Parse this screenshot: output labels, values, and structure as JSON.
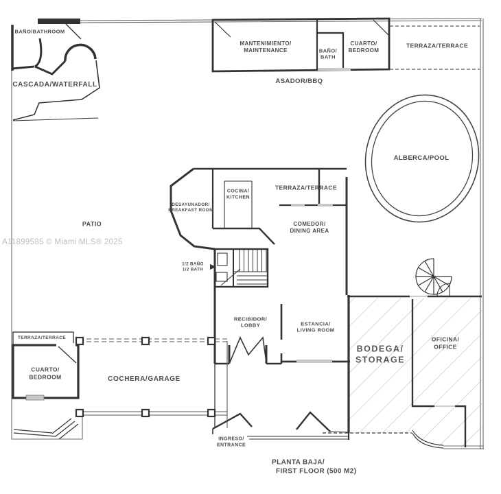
{
  "watermark": "A11899585 © Miami MLS® 2025",
  "title": {
    "line1": "PLANTA BAJA/",
    "line2": "FIRST FLOOR  (500 M2)"
  },
  "colors": {
    "wall": "#3a3a3a",
    "boundary": "#6a6a6a",
    "label": "#4a4a4a",
    "hatch": "#a8a8a8",
    "window_fill": "#c9c9c9",
    "watermark": "#bcbcbc",
    "background": "#ffffff"
  },
  "rooms": {
    "bathroom_nw": {
      "label": "BAÑO/BATHROOM"
    },
    "cascada": {
      "label": "CASCADA/WATERFALL"
    },
    "mantenimiento": {
      "line1": "MANTENIMIENTO/",
      "line2": "MAINTENANCE"
    },
    "bano_service": {
      "line1": "BAÑO/",
      "line2": "BATH"
    },
    "cuarto_service": {
      "line1": "CUARTO/",
      "line2": "BEDROOM"
    },
    "terraza_ne": {
      "label": "TERRAZA/TERRACE"
    },
    "asador": {
      "label": "ASADOR/BBQ"
    },
    "alberca": {
      "label": "ALBERCA/POOL"
    },
    "patio": {
      "label": "PATIO"
    },
    "desayunador": {
      "line1": "DESAYUNADOR/",
      "line2": "BREAKFAST ROOM"
    },
    "cocina": {
      "line1": "COCINA/",
      "line2": "KITCHEN"
    },
    "terraza_center": {
      "label": "TERRAZA/TERRACE"
    },
    "comedor": {
      "line1": "COMEDOR/",
      "line2": "DINING AREA"
    },
    "half_bath": {
      "line1": "1/2 BAÑO",
      "line2": "1/2 BATH"
    },
    "recibidor": {
      "line1": "RECIBIDOR/",
      "line2": "LOBBY"
    },
    "estancia": {
      "line1": "ESTANCIA/",
      "line2": "LIVING ROOM"
    },
    "bodega": {
      "line1": "BODEGA/",
      "line2": "STORAGE"
    },
    "oficina": {
      "line1": "OFICINA/",
      "line2": "OFFICE"
    },
    "terraza_sw": {
      "label": "TERRAZA/TERRACE"
    },
    "cuarto_sw": {
      "line1": "CUARTO/",
      "line2": "BEDROOM"
    },
    "cochera": {
      "label": "COCHERA/GARAGE"
    },
    "ingreso": {
      "line1": "INGRESO/",
      "line2": "ENTRANCE"
    }
  }
}
